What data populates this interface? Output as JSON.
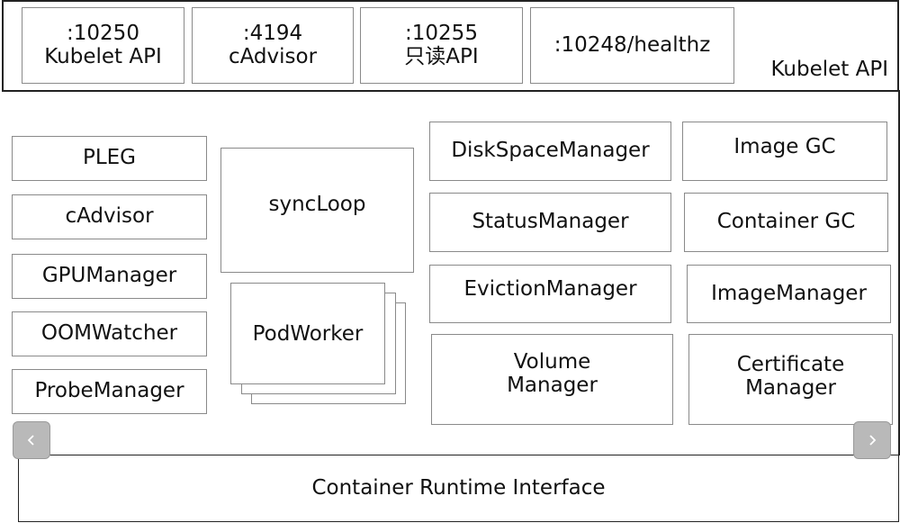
{
  "kubelet": {
    "title": "Kubelet API",
    "ports": [
      {
        "port": ":10250",
        "name": "Kubelet API"
      },
      {
        "port": ":4194",
        "name": "cAdvisor"
      },
      {
        "port": ":10255",
        "name": "只读API"
      },
      {
        "port": ":10248/healthz",
        "name": ""
      }
    ]
  },
  "left_modules": [
    "PLEG",
    "cAdvisor",
    "GPUManager",
    "OOMWatcher",
    "ProbeManager"
  ],
  "center": {
    "sync_loop": "syncLoop",
    "pod_worker": "PodWorker"
  },
  "right_modules": {
    "disk_space_manager": "DiskSpaceManager",
    "status_manager": "StatusManager",
    "eviction_manager": "EvictionManager",
    "volume_manager": [
      "Volume",
      "Manager"
    ],
    "image_gc": "Image GC",
    "container_gc": "Container GC",
    "image_manager": "ImageManager",
    "certificate_manager": [
      "Certificate",
      "Manager"
    ]
  },
  "cri": "Container Runtime Interface",
  "nav": {
    "prev_icon": "chevron-left-icon",
    "next_icon": "chevron-right-icon"
  }
}
